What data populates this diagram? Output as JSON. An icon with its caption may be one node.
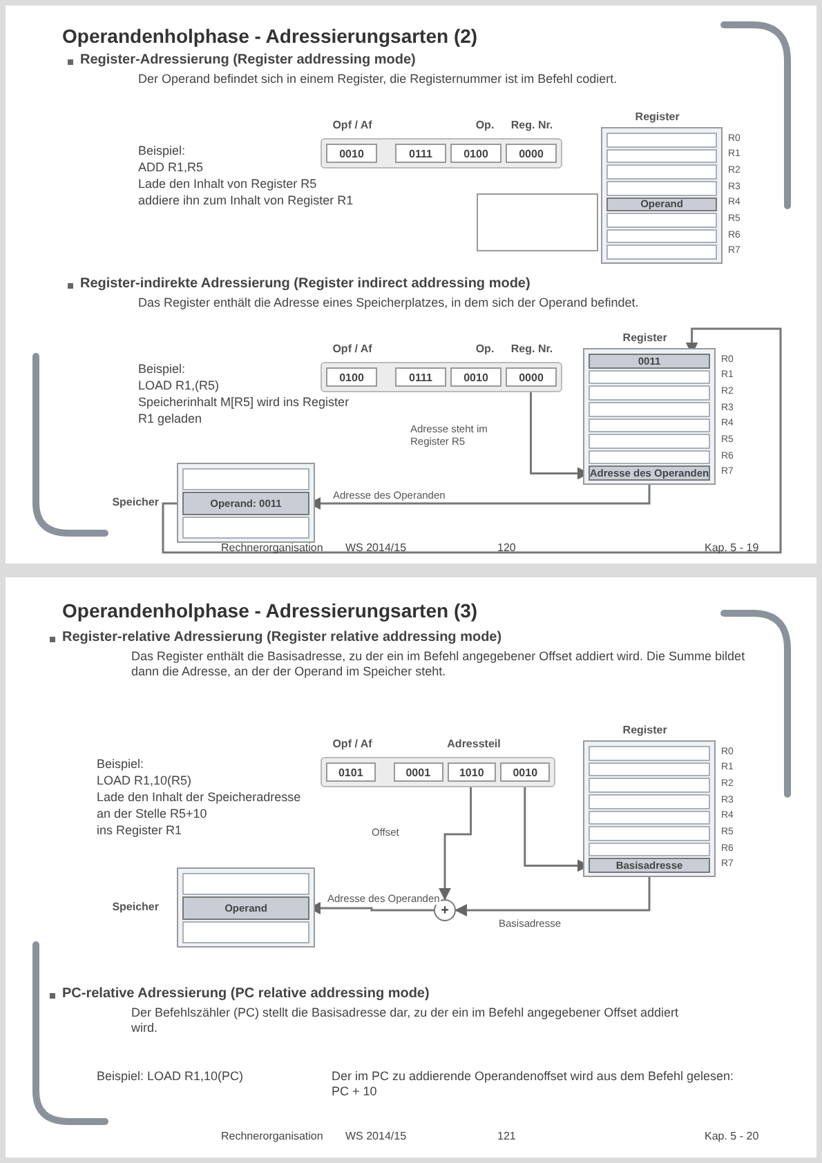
{
  "diagram": {
    "nodes": [
      {
        "text": [
          "0010",
          "0111",
          "0100",
          "0000"
        ],
        "beside": [
          "Opf / Af",
          "Op.",
          "Reg. Nr."
        ]
      },
      {
        "text": [
          "Register"
        ],
        "beside": [
          "R0",
          "R1",
          "R2",
          "R3",
          "R4",
          "R5",
          "R6",
          "R7"
        ]
      },
      {
        "text": [
          "Operand"
        ],
        "in": 1
      },
      {
        "text": [],
        "shape": "box"
      },
      {
        "text": [
          "0100",
          "0111",
          "0010",
          "0000"
        ],
        "beside": [
          "Opf / Af",
          "Op.",
          "Reg. Nr."
        ]
      },
      {
        "text": [
          "Register"
        ],
        "beside": [
          "R0",
          "R1",
          "R2",
          "R3",
          "R4",
          "R5",
          "R6",
          "R7"
        ]
      },
      {
        "text": [
          "0011"
        ],
        "in": 5
      },
      {
        "text": [
          "Adresse des Operanden"
        ],
        "in": 5
      },
      {
        "text": [
          "Speicher"
        ]
      },
      {
        "text": [
          "Operand: 0011"
        ],
        "in": 8
      },
      {
        "text": [
          "0101",
          "0001",
          "1010",
          "0010"
        ],
        "beside": [
          "Opf / Af",
          "Adressteil"
        ]
      },
      {
        "text": [
          "Register"
        ],
        "beside": [
          "R0",
          "R1",
          "R2",
          "R3",
          "R4",
          "R5",
          "R6",
          "R7"
        ]
      },
      {
        "text": [
          "Basisadresse"
        ],
        "in": 11
      },
      {
        "text": [
          "+"
        ]
      },
      {
        "text": [
          "Speicher"
        ]
      },
      {
        "text": [
          "Operand"
        ],
        "in": 14
      }
    ],
    "edges": [
      {
        "from": 4,
        "to": 7,
        "arrow": "to",
        "label": "Adresse steht im Register R5"
      },
      {
        "from": 7,
        "to": 9,
        "arrow": "to",
        "label": "Adresse des Operanden"
      },
      {
        "from": 9,
        "to": 6,
        "arrow": "to"
      },
      {
        "from": 10,
        "to": 13,
        "arrow": "to",
        "label": "Offset"
      },
      {
        "from": 10,
        "to": 12,
        "arrow": "to"
      },
      {
        "from": 12,
        "to": 13,
        "arrow": "to",
        "label": "Basisadresse"
      },
      {
        "from": 13,
        "to": 15,
        "arrow": "to",
        "label": "Adresse des Operanden"
      }
    ],
    "labels": [
      "Operandenholphase - Adressierungsarten (2)",
      "Register-Adressierung (Register addressing mode)",
      "Der Operand befindet sich in einem Register, die Registernummer ist im Befehl codiert.",
      "Beispiel:",
      "ADD R1,R5",
      "Lade den Inhalt von Register R5",
      "addiere ihn zum Inhalt von Register R1",
      "Register-indirekte Adressierung (Register indirect addressing mode)",
      "Das Register enthält die Adresse eines Speicherplatzes, in dem sich der Operand befindet.",
      "Beispiel:",
      "LOAD R1,(R5)",
      "Speicherinhalt M[R5] wird ins Register",
      "R1 geladen",
      "Rechnerorganisation",
      "WS 2014/15",
      "120",
      "Kap. 5 - 19",
      "Operandenholphase - Adressierungsarten (3)",
      "Register-relative Adressierung (Register relative addressing mode)",
      "Das Register enthält die Basisadresse, zu der ein im Befehl angegebener Offset addiert wird. Die Summe bildet dann die Adresse, an der der Operand im Speicher steht.",
      "Beispiel:",
      "LOAD R1,10(R5)",
      "Lade den Inhalt der Speicheradresse",
      "an der Stelle R5+10",
      "ins Register R1",
      "PC-relative Adressierung (PC relative addressing mode)",
      "Der Befehlszähler (PC) stellt die Basisadresse dar, zu der ein im Befehl angegebener Offset addiert wird.",
      "Beispiel: LOAD R1,10(PC)",
      "Der im PC zu addierende Operandenoffset wird aus dem Befehl gelesen: PC + 10",
      "Rechnerorganisation",
      "WS 2014/15",
      "121",
      "Kap. 5 - 20"
    ]
  }
}
